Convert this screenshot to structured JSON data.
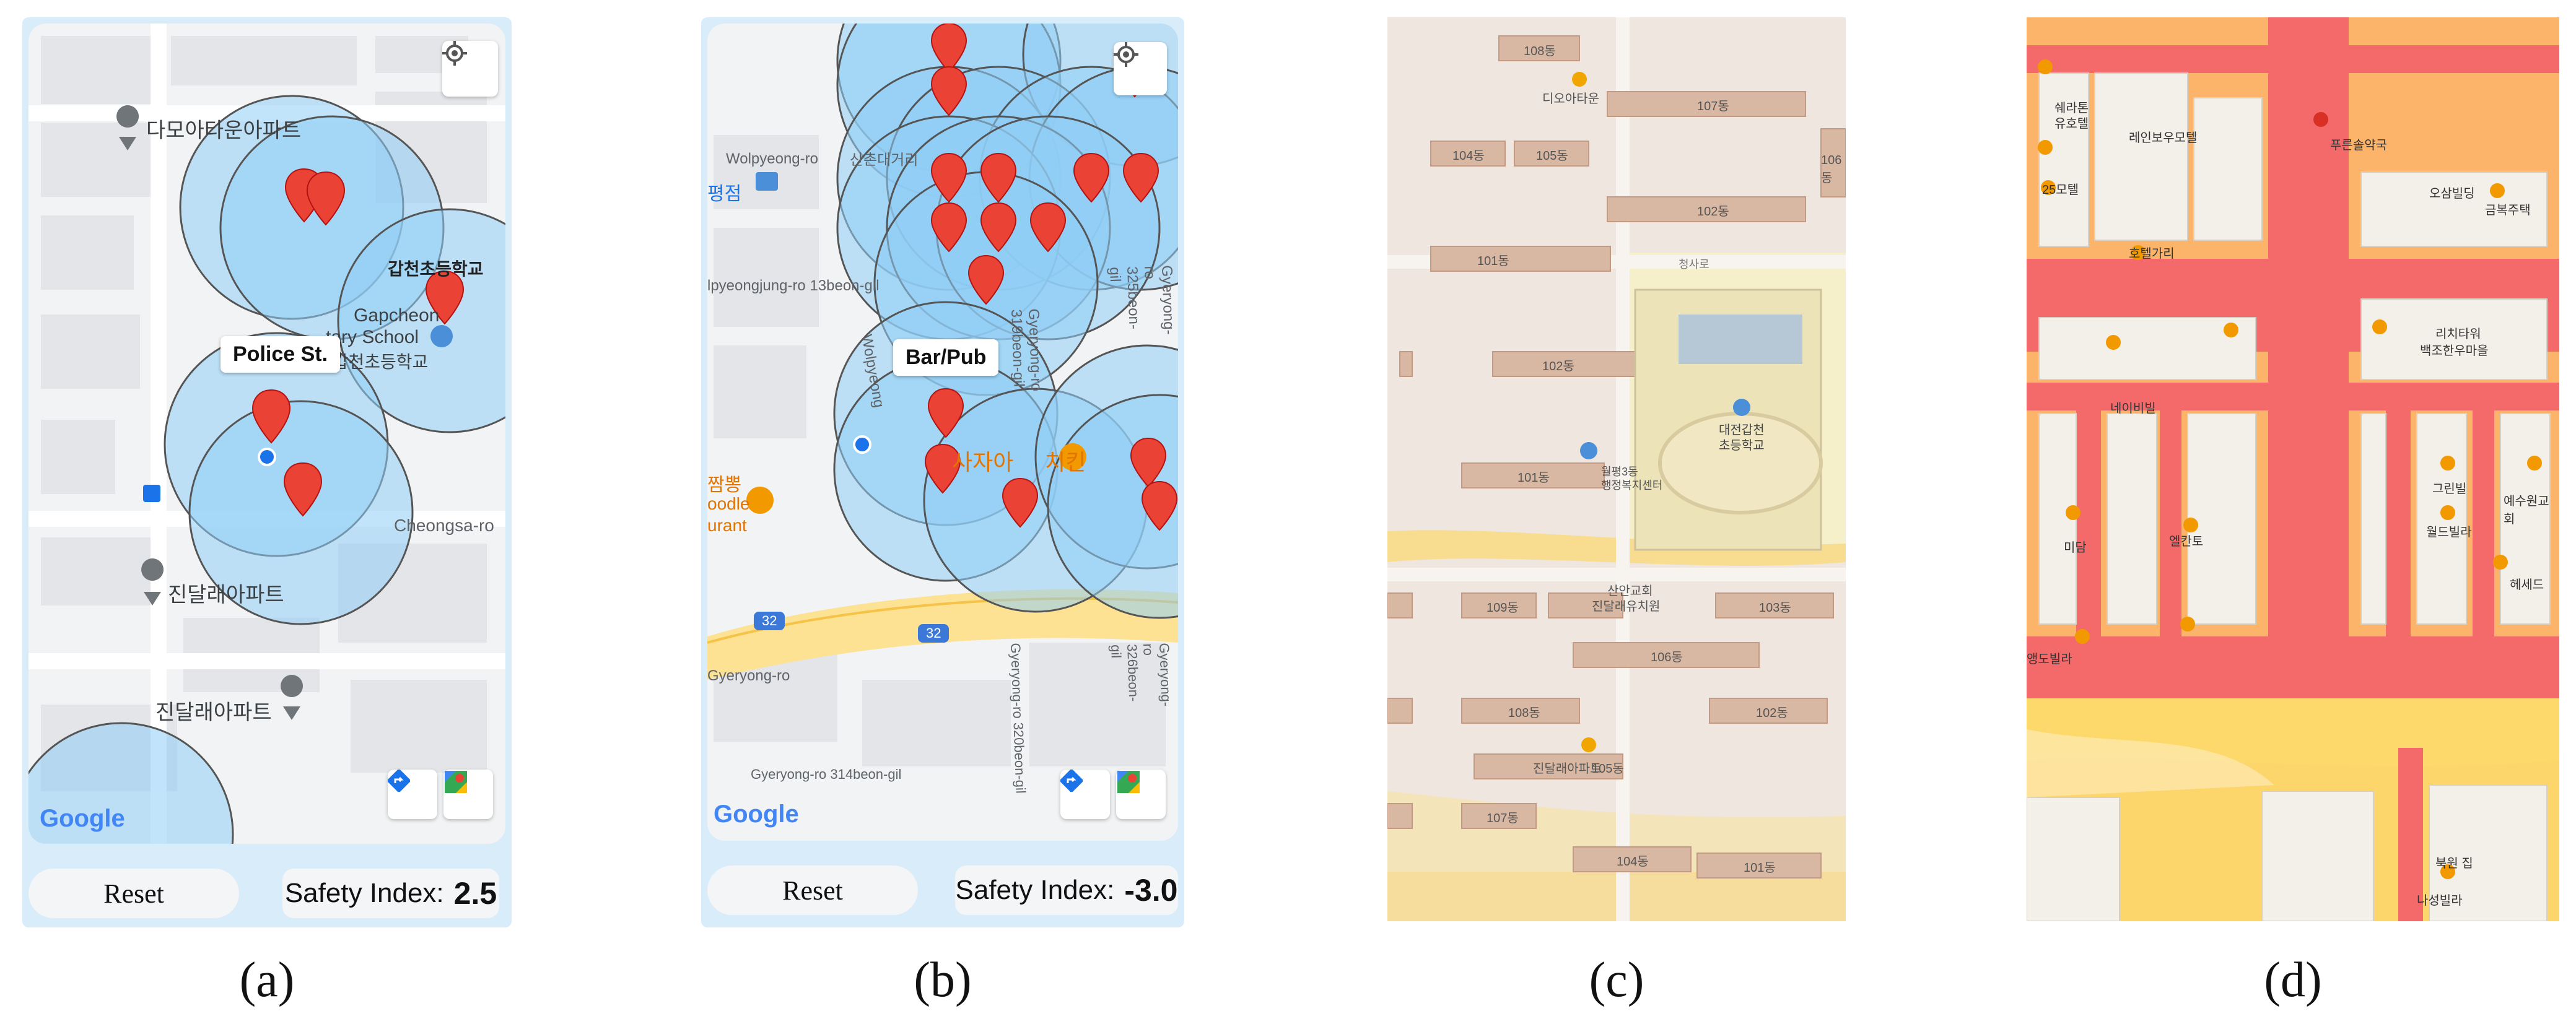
{
  "panels": {
    "a": {
      "caption": "(a)",
      "reset_label": "Reset",
      "safety_label": "Safety Index:",
      "safety_value": "2.5",
      "callout": "Police St.",
      "map_labels": [
        "다모아타운아파트",
        "갑천초등학교",
        "Gapcheon",
        "tary School",
        "전갑천초등학교",
        "Cheongsa-ro",
        "진달래아파트",
        "진달래아파트"
      ],
      "google": "Google"
    },
    "b": {
      "caption": "(b)",
      "reset_label": "Reset",
      "safety_label": "Safety Index:",
      "safety_value": "-3.0",
      "callout": "Bar/Pub",
      "map_labels": [
        "Wolpyeong-ro",
        "평점",
        "산촌대거리",
        "lpyeongjung-ro 13beon-gil",
        "Wolpyeong",
        "Gyeryong-ro 319beon-gil",
        "Gyeryong-ro 325beon-gil",
        "사자아",
        "치킨",
        "짬뽕",
        "oodle",
        "urant",
        "32",
        "32",
        "Gyeryong-ro",
        "Gyeryong-ro 314beon-gil",
        "Gyeryong-ro 320beon-gil",
        "Gyeryong-ro 326beon-gil"
      ],
      "google": "Google"
    },
    "c": {
      "caption": "(c)",
      "map_labels": [
        "108동",
        "디오아타운",
        "107동",
        "104동",
        "105동",
        "106동",
        "102동",
        "101동",
        "청사로",
        "102동",
        "대전갑천",
        "초등학교",
        "101동",
        "월평3동",
        "행정복지센터",
        "산안교회",
        "진달래유치원",
        "109동",
        "103동",
        "106동",
        "108동",
        "102동",
        "진달래아파트",
        "105동",
        "107동",
        "104동",
        "101동"
      ]
    },
    "d": {
      "caption": "(d)",
      "map_labels": [
        "쉐라톤",
        "유호텔",
        "레인보우모텔",
        "푸른솔약국",
        "25모텔",
        "오삼빌딩",
        "금복주택",
        "호텔가리",
        "리치타워",
        "백조한우마을",
        "네이비빌",
        "그린빌",
        "예수원교회",
        "미담",
        "엘칸토",
        "월드빌라",
        "헤세드",
        "앵도빌라",
        "북원 집",
        "나성빌라"
      ]
    }
  }
}
